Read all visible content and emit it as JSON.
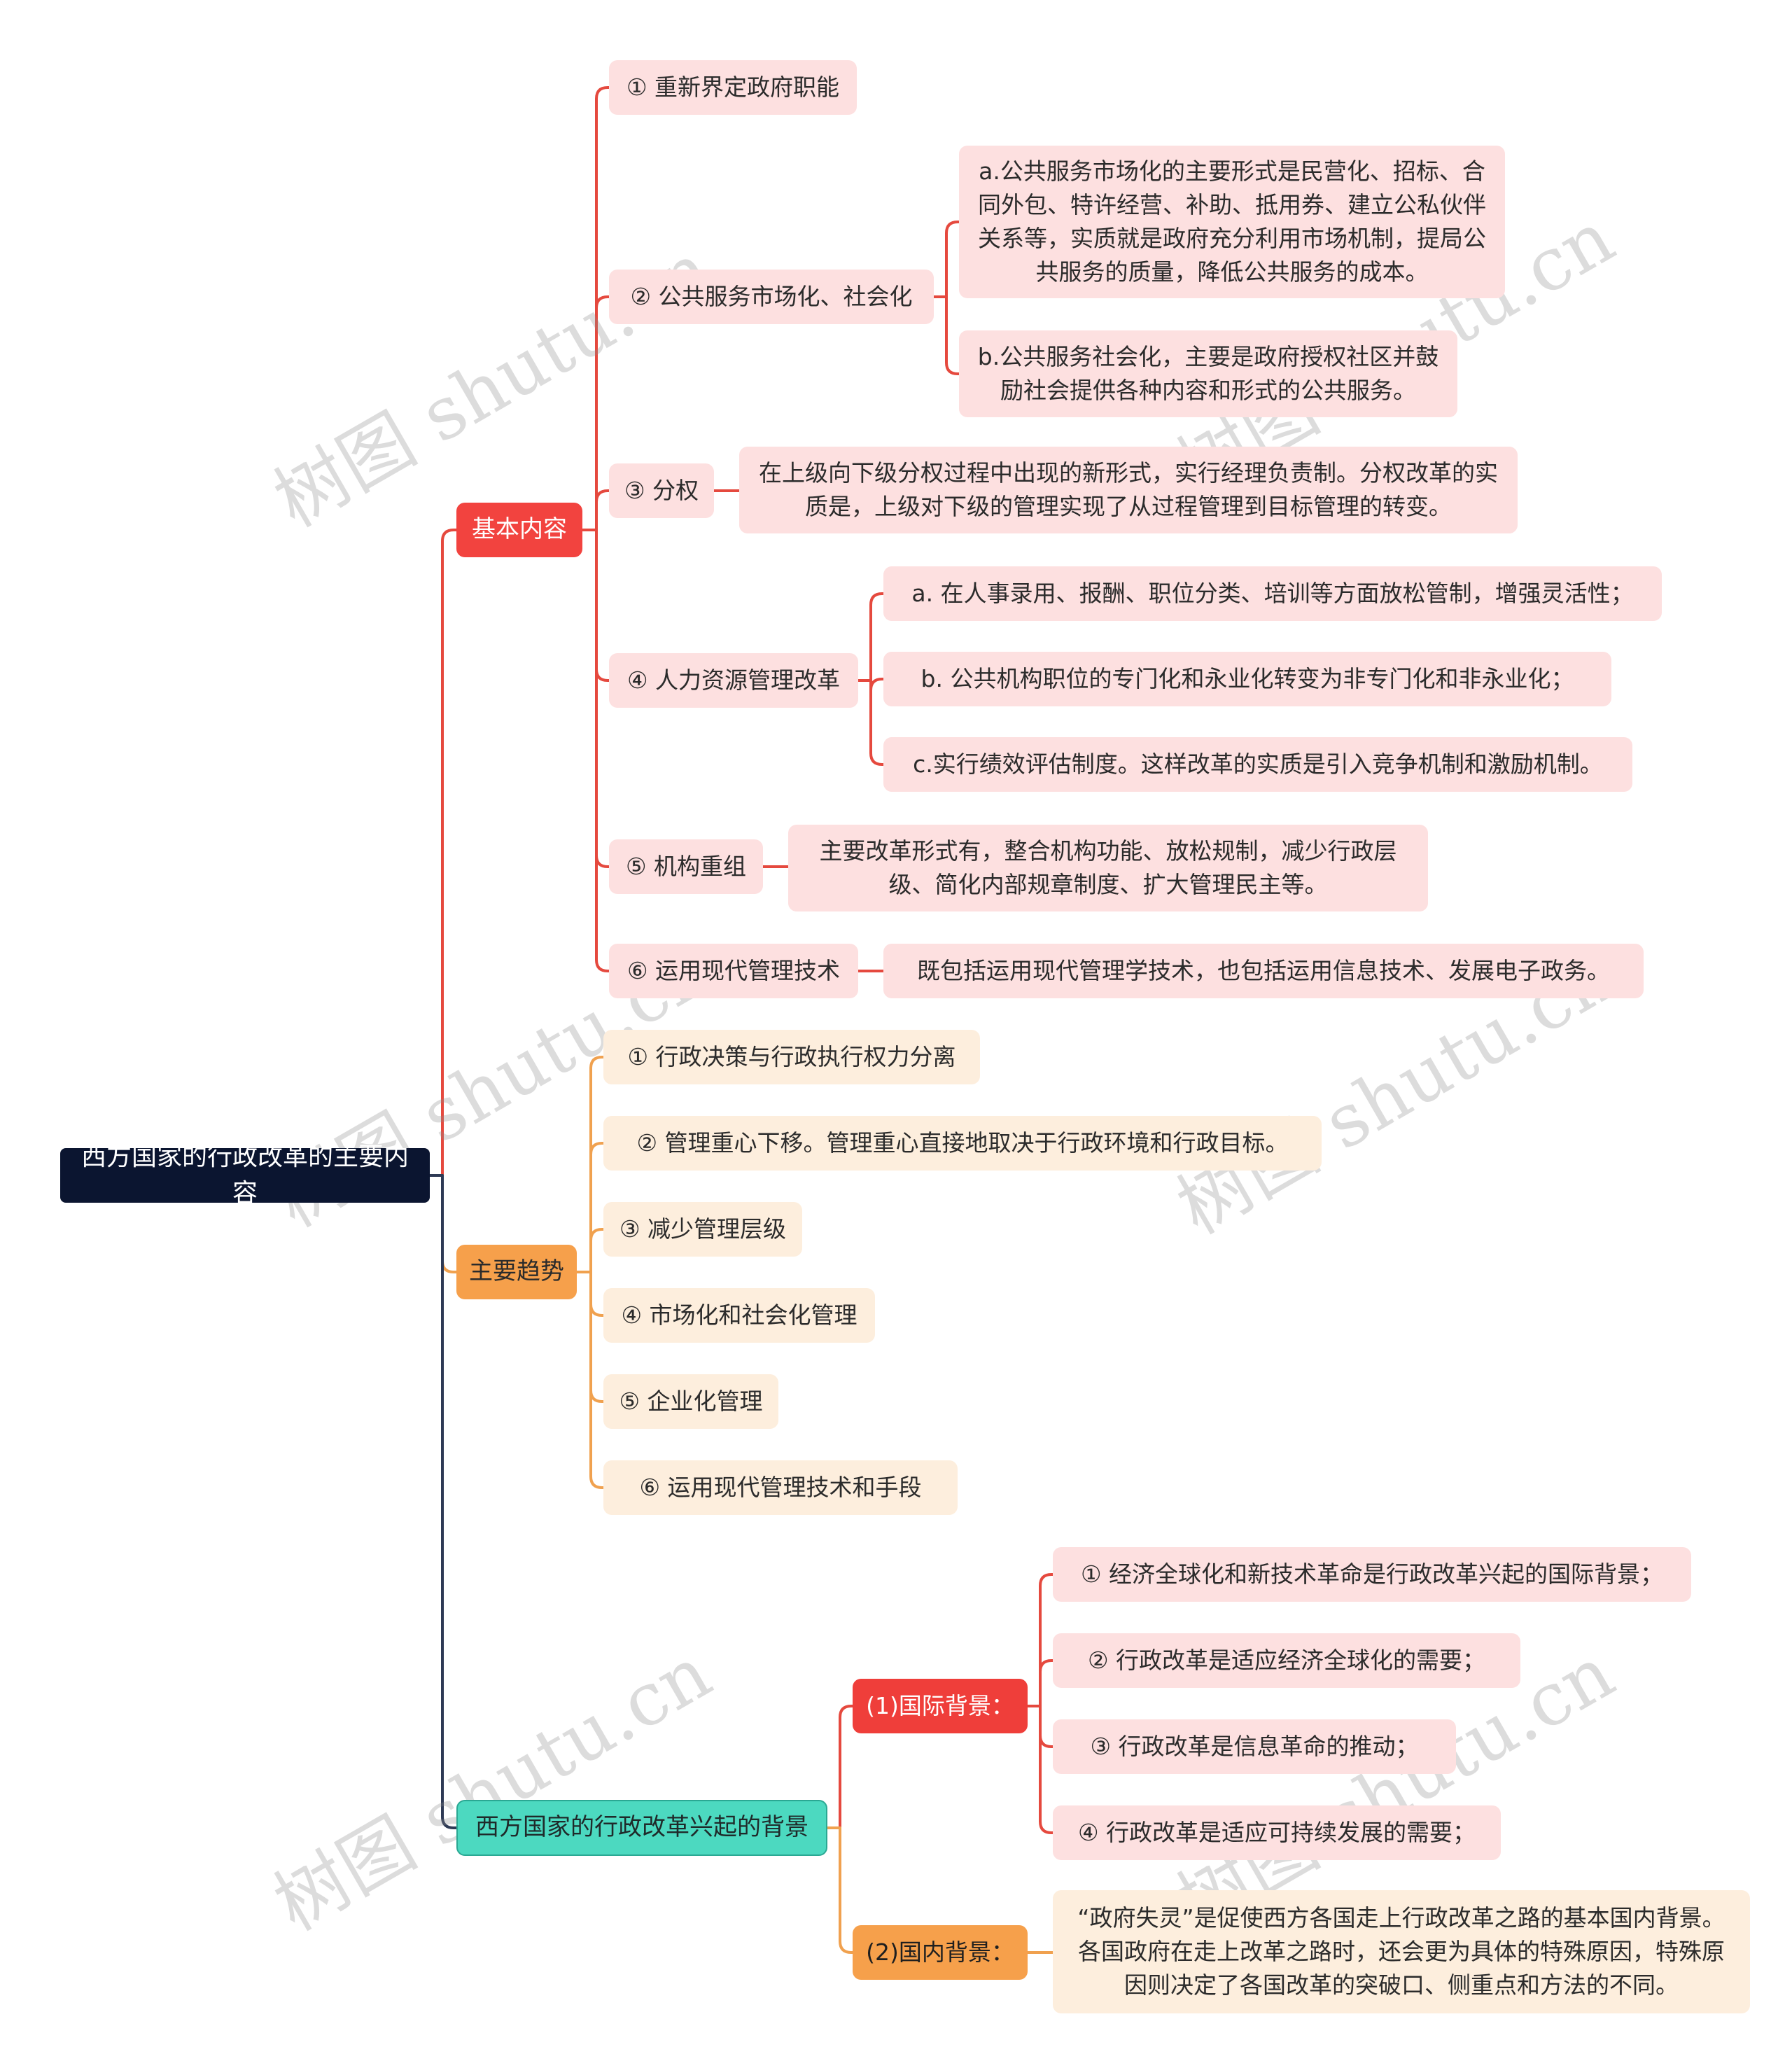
{
  "root": "西方国家的行政改革的主要内容",
  "watermark": "树图 shutu.cn",
  "branch1": {
    "label": "基本内容",
    "items": [
      {
        "label": "① 重新界定政府职能"
      },
      {
        "label": "② 公共服务市场化、社会化",
        "details": [
          "a.公共服务市场化的主要形式是民营化、招标、合同外包、特许经营、补助、抵用券、建立公私伙伴关系等，实质就是政府充分利用市场机制，提局公共服务的质量，降低公共服务的成本。",
          "b.公共服务社会化，主要是政府授权社区并鼓励社会提供各种内容和形式的公共服务。"
        ]
      },
      {
        "label": "③ 分权",
        "details": [
          "在上级向下级分权过程中出现的新形式，实行经理负责制。分权改革的实质是，上级对下级的管理实现了从过程管理到目标管理的转变。"
        ]
      },
      {
        "label": "④ 人力资源管理改革",
        "details": [
          "a. 在人事录用、报酬、职位分类、培训等方面放松管制，增强灵活性；",
          "b. 公共机构职位的专门化和永业化转变为非专门化和非永业化；",
          "c.实行绩效评估制度。这样改革的实质是引入竞争机制和激励机制。"
        ]
      },
      {
        "label": "⑤ 机构重组",
        "details": [
          "主要改革形式有，整合机构功能、放松规制，减少行政层级、简化内部规章制度、扩大管理民主等。"
        ]
      },
      {
        "label": "⑥ 运用现代管理技术",
        "details": [
          "既包括运用现代管理学技术，也包括运用信息技术、发展电子政务。"
        ]
      }
    ]
  },
  "branch2": {
    "label": "主要趋势",
    "items": [
      "① 行政决策与行政执行权力分离",
      "② 管理重心下移。管理重心直接地取决于行政环境和行政目标。",
      "③ 减少管理层级",
      "④ 市场化和社会化管理",
      "⑤ 企业化管理",
      "⑥ 运用现代管理技术和手段"
    ]
  },
  "branch3": {
    "label": "西方国家的行政改革兴起的背景",
    "international": {
      "label": "(1)国际背景：",
      "items": [
        "① 经济全球化和新技术革命是行政改革兴起的国际背景；",
        "② 行政改革是适应经济全球化的需要；",
        "③ 行政改革是信息革命的推动；",
        "④ 行政改革是适应可持续发展的需要；"
      ]
    },
    "domestic": {
      "label": "(2)国内背景：",
      "detail": "“政府失灵”是促使西方各国走上行政改革之路的基本国内背景。各国政府在走上改革之路时，还会更为具体的特殊原因，特殊原因则决定了各国改革的突破口、侧重点和方法的不同。"
    }
  },
  "colors": {
    "red_line": "#e5493e",
    "orange_line": "#f0a14f",
    "dark_line": "#2e3a55",
    "root_bg": "#0b1530"
  }
}
